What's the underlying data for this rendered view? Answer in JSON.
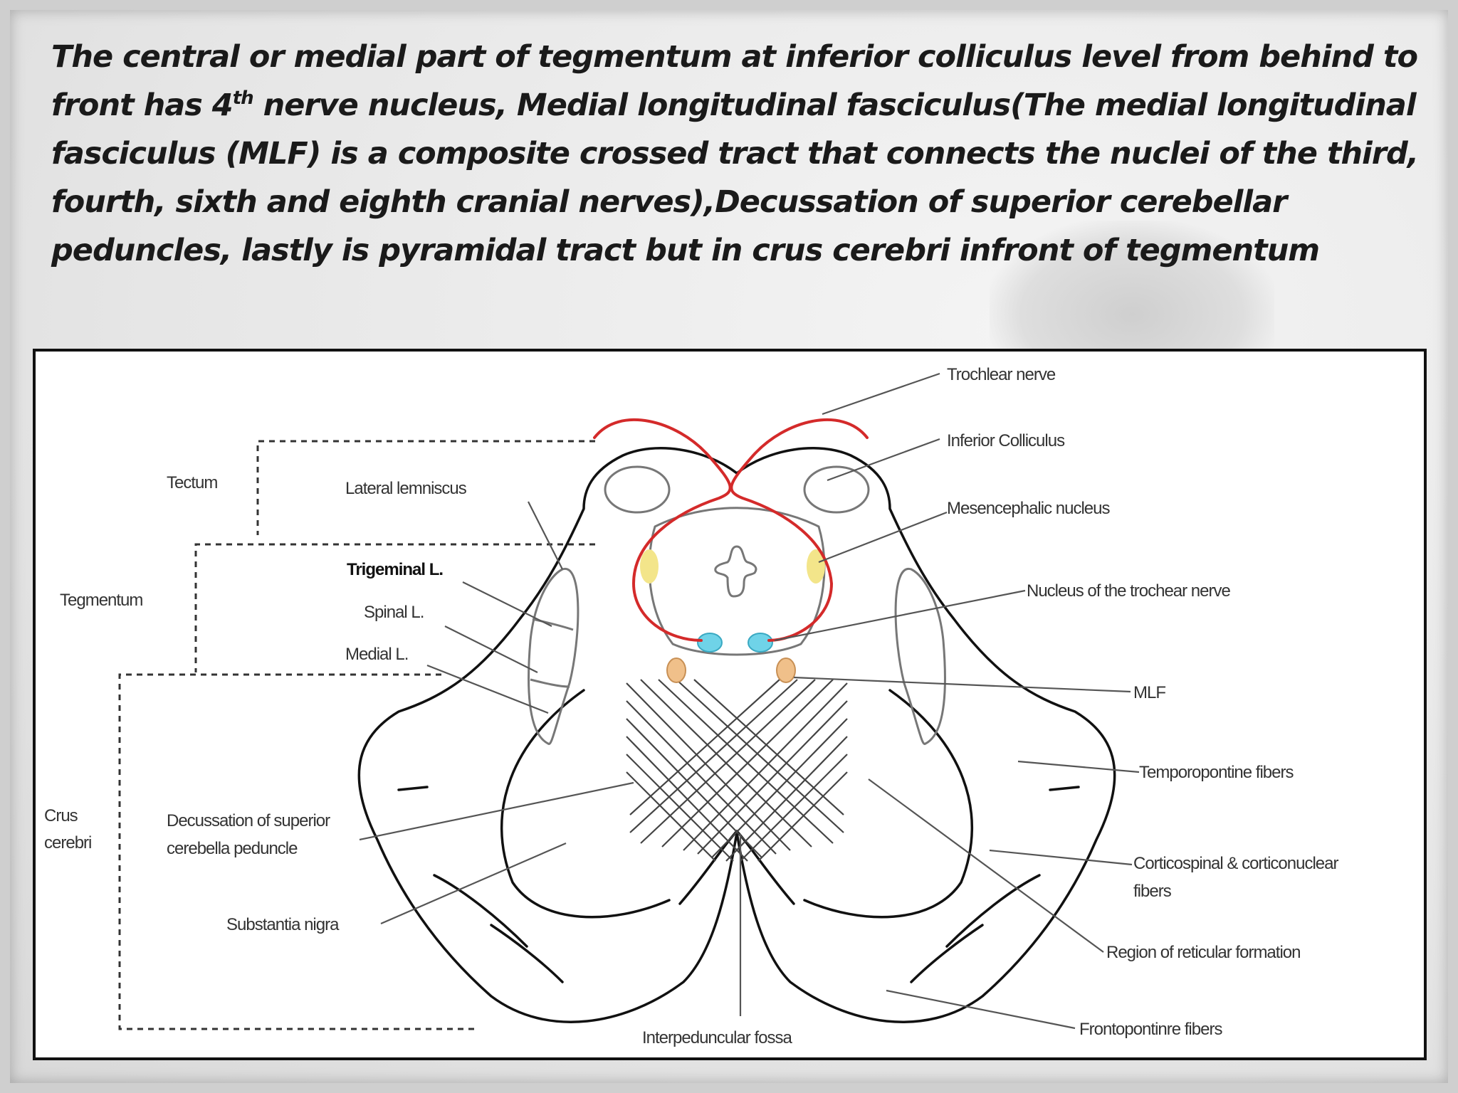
{
  "heading": {
    "part1": "The central or medial part of tegmentum at inferior colliculus level from behind to front has 4",
    "sup": "th",
    "part2": " nerve nucleus, Medial longitudinal fasciculus(The medial longitudinal fasciculus (MLF) is a composite crossed tract that connects the nuclei of the third, fourth, sixth and eighth cranial nerves),Decussation of superior cerebellar peduncles, lastly is pyramidal tract but in crus cerebri infront of tegmentum"
  },
  "labels": {
    "tectum": "Tectum",
    "tegmentum": "Tegmentum",
    "crus_1": "Crus",
    "crus_2": "cerebri",
    "lateral_lemniscus": "Lateral lemniscus",
    "trigeminal_l": "Trigeminal L.",
    "spinal_l": "Spinal L.",
    "medial_l": "Medial L.",
    "decussation_1": "Decussation of superior",
    "decussation_2": "cerebella peduncle",
    "substantia_nigra": "Substantia nigra",
    "interpeduncular_fossa": "Interpeduncular fossa",
    "trochlear_nerve": "Trochlear nerve",
    "inferior_colliculus": "Inferior Colliculus",
    "mesencephalic_nucleus": "Mesencephalic nucleus",
    "nucleus_trochlear": "Nucleus of the trochear nerve",
    "mlf": "MLF",
    "temporopontine": "Temporopontine fibers",
    "corticospinal_1": "Corticospinal & corticonuclear",
    "corticospinal_2": "fibers",
    "reticular": "Region of reticular formation",
    "frontopontine": "Frontopontinre fibers"
  },
  "colors": {
    "trochlear_nerve": "#d42a2a",
    "mesencephalic_nucleus": "#f3e58a",
    "trochlear_nucleus": "#6fd3e8",
    "mlf": "#f0c08a",
    "outline": "#111111",
    "leader": "#555555"
  }
}
